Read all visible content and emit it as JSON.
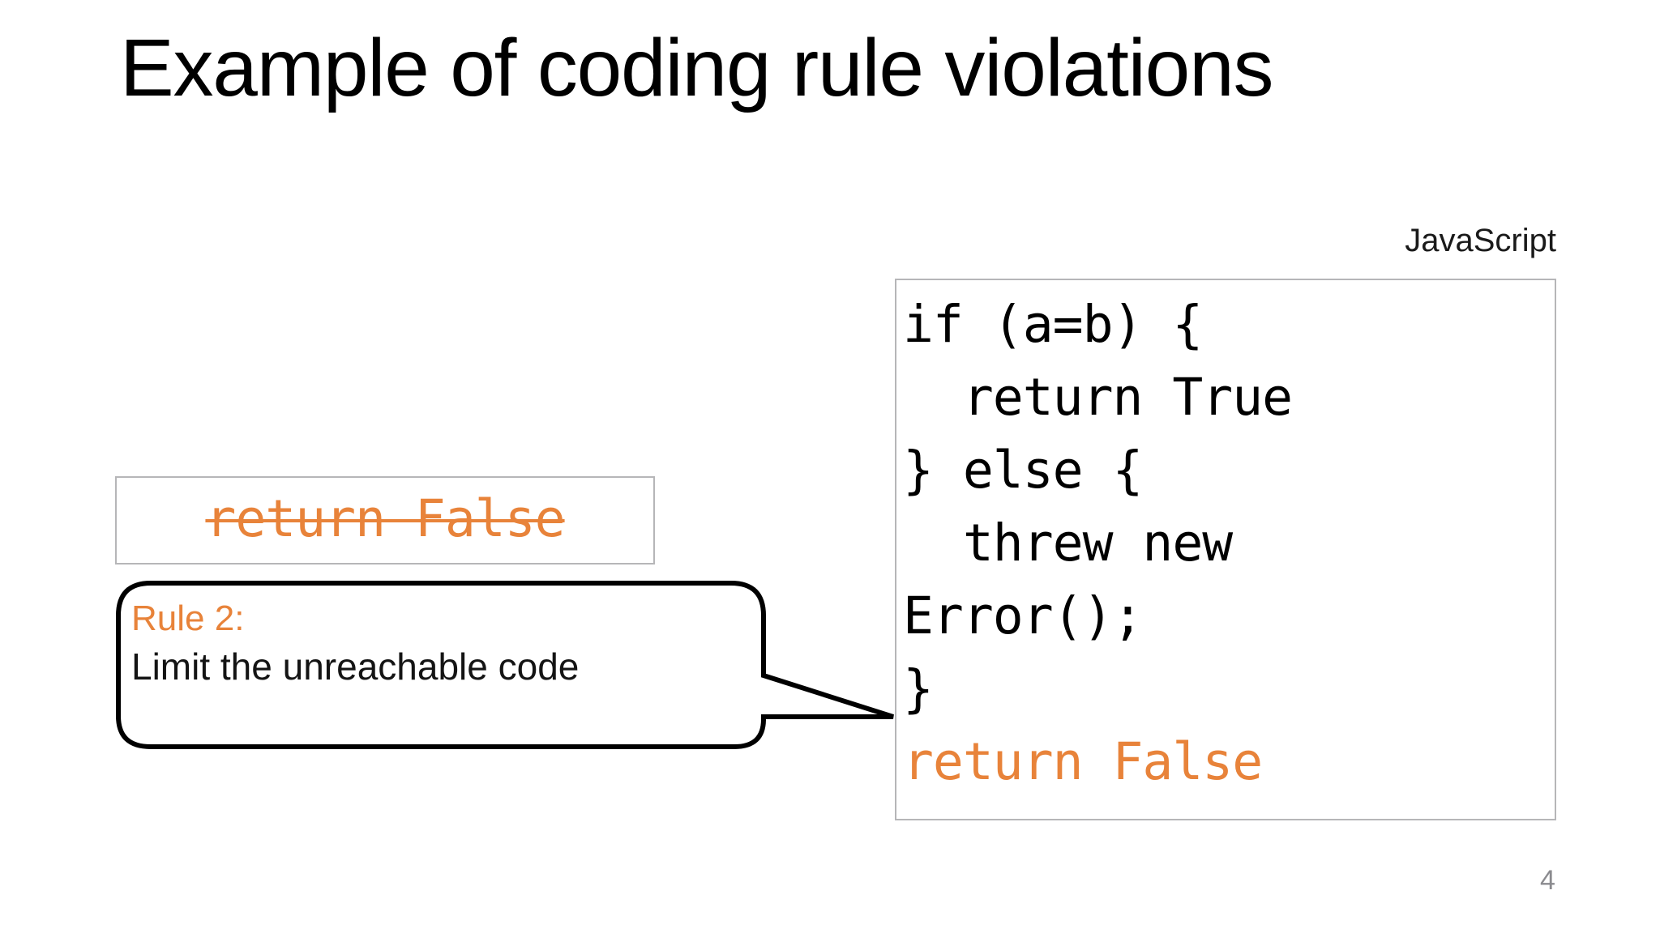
{
  "slide": {
    "title": "Example of coding rule violations",
    "page_number": "4",
    "accent_color": "#E8833A",
    "text_color": "#000000",
    "border_color": "#b6b6b8",
    "background_color": "#ffffff"
  },
  "code_panel": {
    "language_label": "JavaScript",
    "lines": [
      {
        "text": "if (a=b) {",
        "color": "#000000"
      },
      {
        "text": "  return True",
        "color": "#000000"
      },
      {
        "text": "} else {",
        "color": "#000000"
      },
      {
        "text": "  threw new",
        "color": "#000000"
      },
      {
        "text": "Error();",
        "color": "#000000"
      },
      {
        "text": "}",
        "color": "#000000"
      },
      {
        "text": "return False",
        "color": "#E8833A"
      }
    ]
  },
  "struck_snippet": {
    "text": "return False",
    "color": "#E8833A",
    "strikethrough": true
  },
  "callout": {
    "rule_label": "Rule 2:",
    "rule_description": "Limit the unreachable code",
    "label_color": "#E8833A",
    "description_color": "#141414"
  }
}
